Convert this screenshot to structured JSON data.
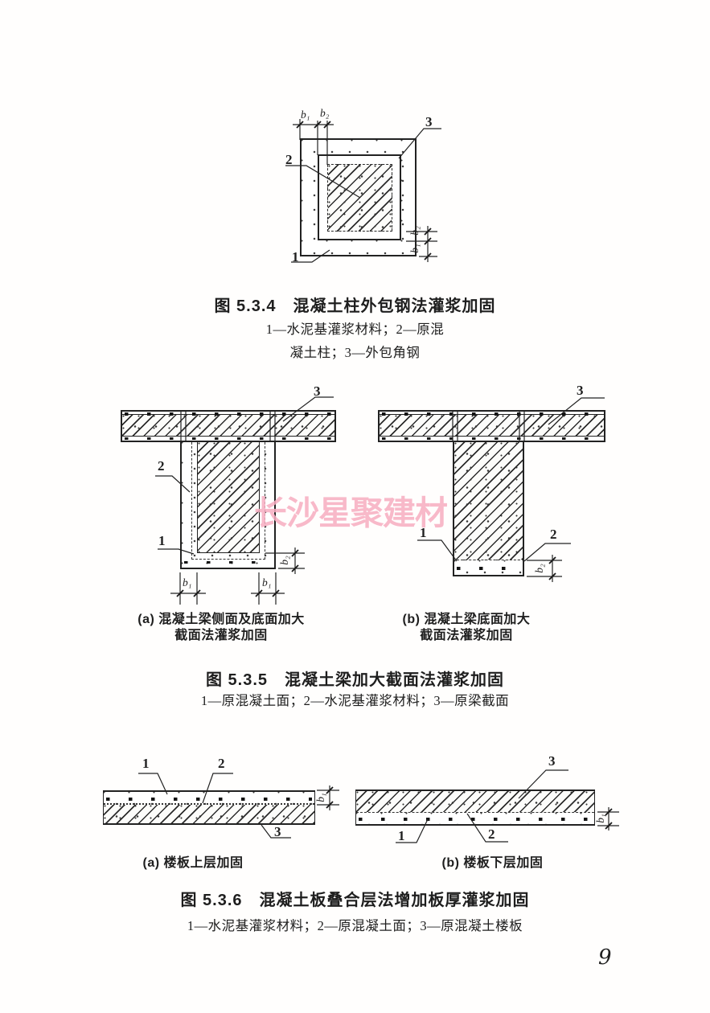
{
  "page": {
    "number": "9"
  },
  "watermark": {
    "text": "长沙星聚建材",
    "color": "#f7adc1"
  },
  "colors": {
    "ink": "#222222",
    "paper": "#fffefd"
  },
  "labels": {
    "n1": "1",
    "n2": "2",
    "n3": "3",
    "b1": "b₁",
    "b2": "b₂"
  },
  "fig534": {
    "title": "图 5.3.4　混凝土柱外包钢法灌浆加固",
    "legend_line1": "1—水泥基灌浆材料；2—原混",
    "legend_line2": "凝土柱；3—外包角钢"
  },
  "fig535": {
    "caption_a_line1": "(a) 混凝土梁侧面及底面加大",
    "caption_a_line2": "截面法灌浆加固",
    "caption_b_line1": "(b) 混凝土梁底面加大",
    "caption_b_line2": "截面法灌浆加固",
    "title": "图 5.3.5　混凝土梁加大截面法灌浆加固",
    "legend": "1—原混凝土面；2—水泥基灌浆材料；3—原梁截面"
  },
  "fig536": {
    "caption_a": "(a) 楼板上层加固",
    "caption_b": "(b) 楼板下层加固",
    "title": "图 5.3.6　混凝土板叠合层法增加板厚灌浆加固",
    "legend": "1—水泥基灌浆材料；2—原混凝土面；3—原混凝土楼板"
  }
}
